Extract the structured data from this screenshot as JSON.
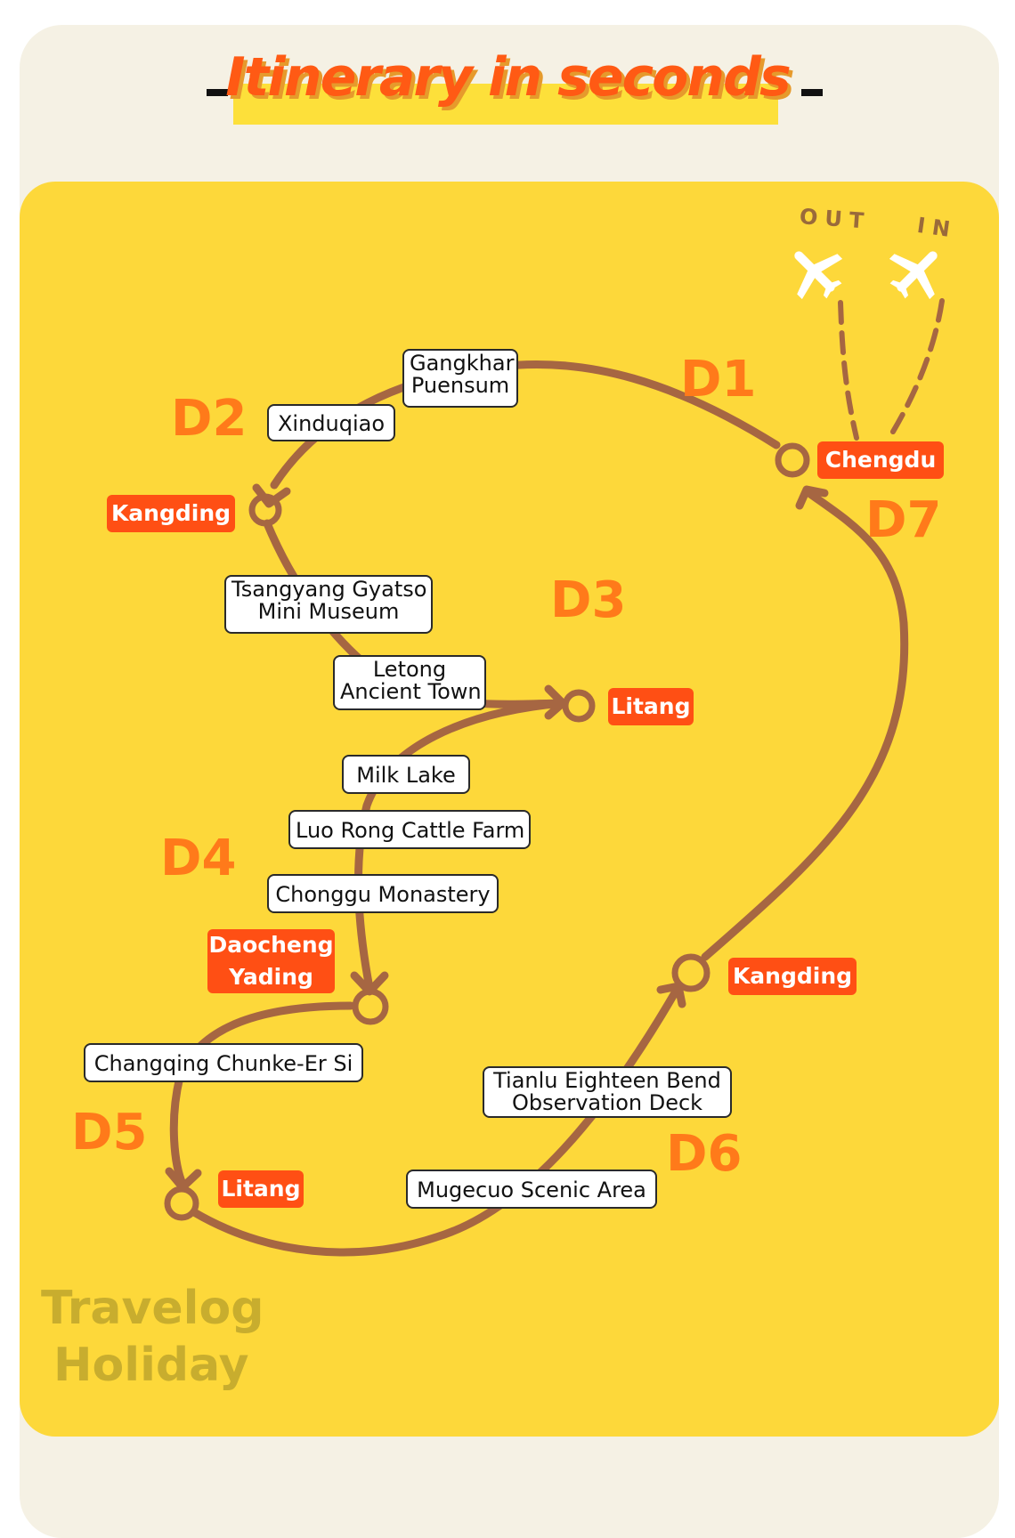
{
  "header": {
    "title": "Itinerary in seconds"
  },
  "flight": {
    "out_label": "OUT",
    "in_label": "IN"
  },
  "days": {
    "d1": "D1",
    "d2": "D2",
    "d3": "D3",
    "d4": "D4",
    "d5": "D5",
    "d6": "D6",
    "d7": "D7"
  },
  "cities": {
    "chengdu": "Chengdu",
    "kangding_1": "Kangding",
    "litang_1": "Litang",
    "daocheng_line1": "Daocheng",
    "daocheng_line2": "Yading",
    "litang_2": "Litang",
    "kangding_2": "Kangding"
  },
  "stops": {
    "gangkhar_line1": "Gangkhar",
    "gangkhar_line2": "Puensum",
    "xinduqiao": "Xinduqiao",
    "tsangyang_line1": "Tsangyang Gyatso",
    "tsangyang_line2": "Mini Museum",
    "letong_line1": "Letong",
    "letong_line2": "Ancient Town",
    "milk_lake": "Milk Lake",
    "luo_rong": "Luo Rong Cattle Farm",
    "chonggu": "Chonggu Monastery",
    "changqing": "Changqing Chunke-Er Si",
    "tianlu_line1": "Tianlu Eighteen Bend",
    "tianlu_line2": "Observation Deck",
    "mugecuo": "Mugecuo Scenic Area"
  },
  "brand": {
    "line1": "Travelog",
    "line2": "Holiday"
  },
  "colors": {
    "background": "#f5f1e4",
    "panel": "#fdd83a",
    "route": "#a66642",
    "city_badge": "#ff4f14",
    "day_label": "#ff7a1a",
    "title": "#ff5a14",
    "brand_text": "#c8ad2e"
  },
  "icons": {
    "departure": "airplane-icon",
    "arrival": "airplane-icon",
    "city_marker": "ring-marker-icon"
  }
}
